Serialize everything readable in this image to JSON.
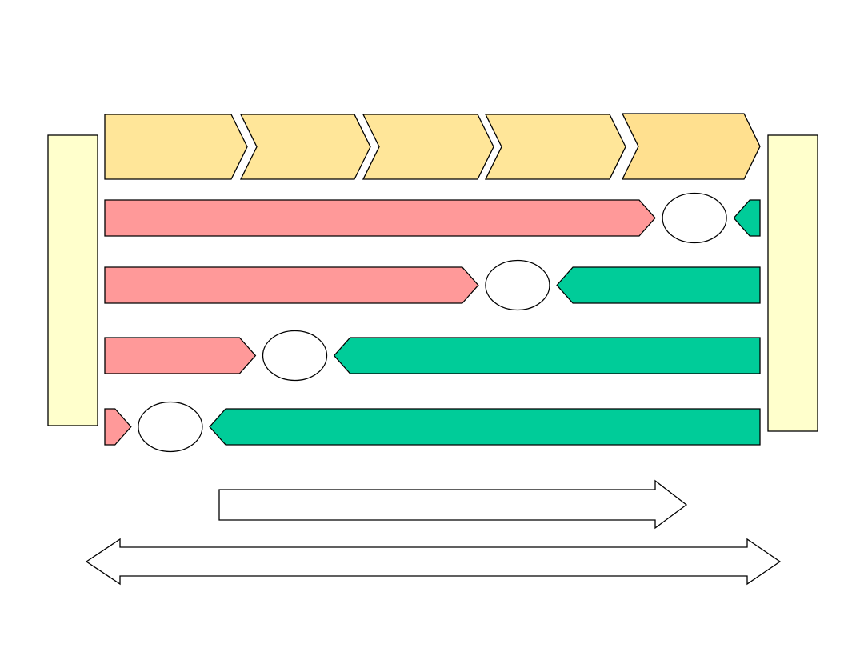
{
  "colors": {
    "background": "#ffffff",
    "side_panel": "#FFFFCC",
    "stage_chevron": "#FFE699",
    "stage_chevron_last": "#FFE08F",
    "forward_bar": "#FF9999",
    "backward_bar": "#00CC99",
    "node_circle": "#ffffff",
    "outline": "#000000"
  },
  "diagram": {
    "stages": [
      {
        "label": ""
      },
      {
        "label": ""
      },
      {
        "label": ""
      },
      {
        "label": ""
      },
      {
        "label": ""
      }
    ],
    "rows": [
      {
        "forward_share": 0.84,
        "backward_share": 0.04
      },
      {
        "forward_share": 0.57,
        "backward_share": 0.31
      },
      {
        "forward_share": 0.23,
        "backward_share": 0.65
      },
      {
        "forward_share": 0.04,
        "backward_share": 0.84
      }
    ],
    "bottom_arrows": [
      {
        "kind": "single-right",
        "label": ""
      },
      {
        "kind": "double",
        "label": ""
      }
    ]
  }
}
